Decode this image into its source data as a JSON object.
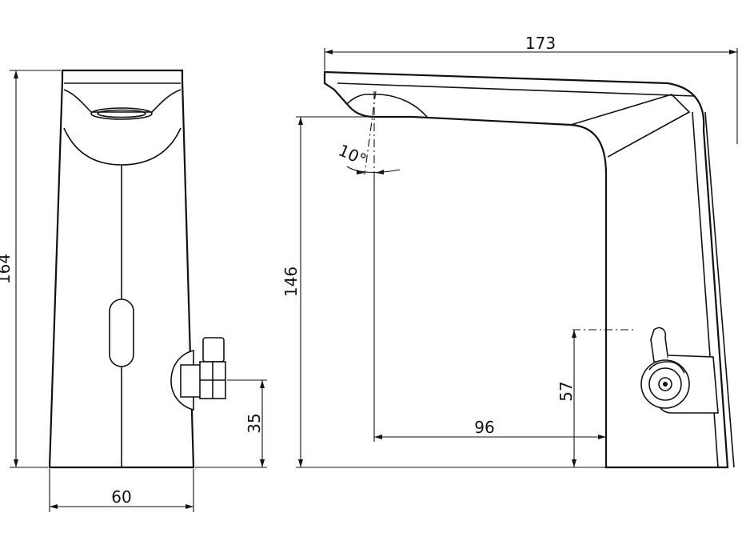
{
  "dimensions": {
    "overall_height": "164",
    "base_width": "60",
    "lever_height": "35",
    "overall_length": "173",
    "spout_height": "146",
    "spout_angle": "10°",
    "lever_axis_height": "57",
    "spout_reach": "96"
  },
  "colors": {
    "line": "#111111",
    "background": "#ffffff"
  }
}
